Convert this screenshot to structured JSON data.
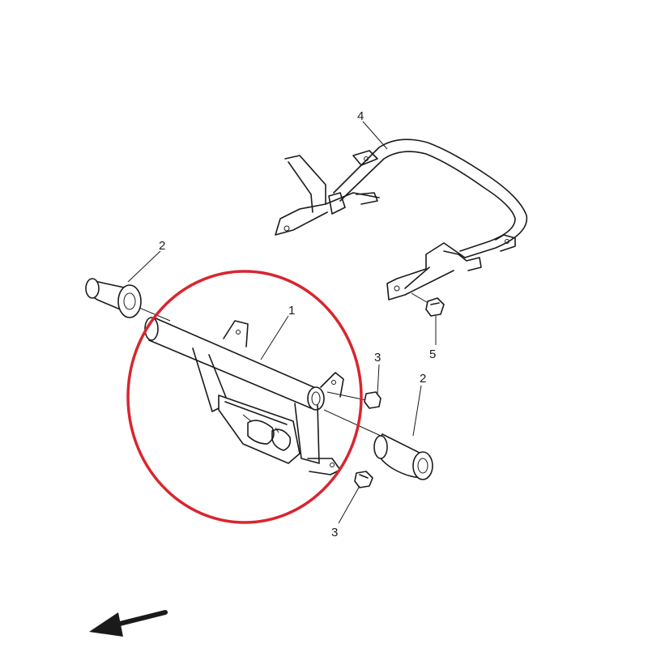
{
  "callouts": {
    "part_1": "1",
    "part_2_left": "2",
    "part_2_right": "2",
    "part_3_upper": "3",
    "part_3_lower": "3",
    "part_4": "4",
    "part_5": "5"
  },
  "colors": {
    "line": "#1a1a1a",
    "highlight_circle": "#d9252f",
    "background": "#ffffff"
  },
  "icons": {
    "direction_arrow": "arrow-lower-left-icon"
  }
}
